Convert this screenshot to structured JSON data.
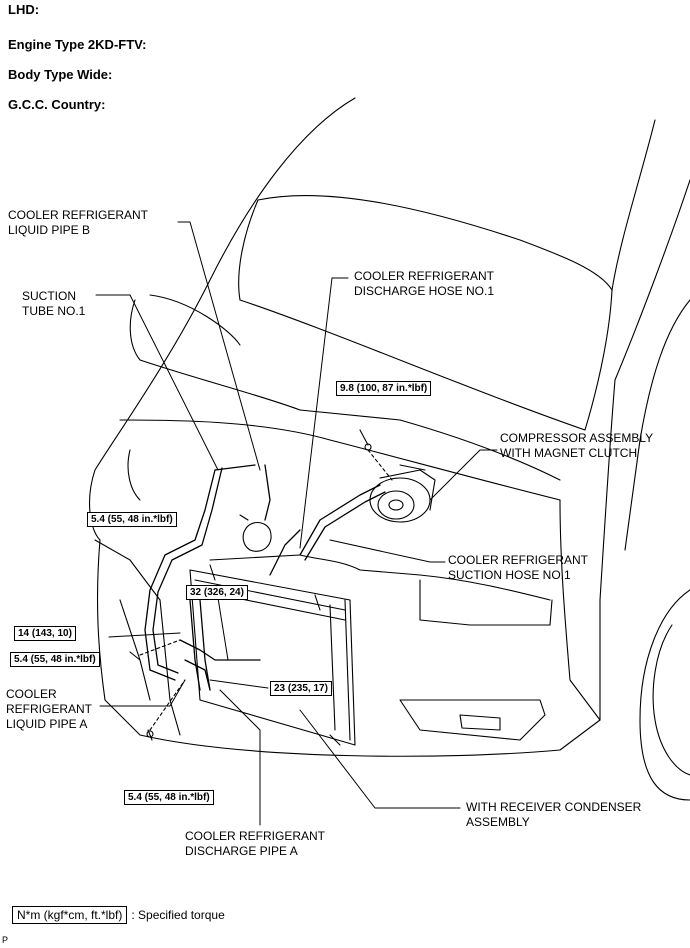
{
  "header": {
    "lhd": "LHD:",
    "engine": "Engine Type 2KD-FTV:",
    "body": "Body Type Wide:",
    "country": "G.C.C. Country:"
  },
  "labels": {
    "liquid_pipe_b": [
      "COOLER REFRIGERANT",
      "LIQUID PIPE B"
    ],
    "suction_tube": [
      "SUCTION",
      "TUBE NO.1"
    ],
    "discharge_hose": [
      "COOLER REFRIGERANT",
      "DISCHARGE HOSE NO.1"
    ],
    "compressor": [
      "COMPRESSOR ASSEMBLY",
      "WITH MAGNET CLUTCH"
    ],
    "suction_hose": [
      "COOLER REFRIGERANT",
      "SUCTION HOSE NO.1"
    ],
    "liquid_pipe_a": [
      "COOLER",
      "REFRIGERANT",
      "LIQUID PIPE A"
    ],
    "condenser": [
      "WITH RECEIVER CONDENSER",
      "ASSEMBLY"
    ],
    "discharge_pipe": [
      "COOLER REFRIGERANT",
      "DISCHARGE PIPE A"
    ]
  },
  "torques": {
    "compressor_bolt": "9.8 (100, 87 in.*lbf)",
    "upper_bolt": "5.4 (55, 48 in.*lbf)",
    "condenser_bolt": "32 (326, 24)",
    "pipe_nut": "14 (143, 10)",
    "lower_bolt": "5.4 (55, 48 in.*lbf)",
    "condenser_nut": "23 (235, 17)",
    "bottom_bolt": "5.4 (55, 48 in.*lbf)"
  },
  "legend": {
    "unit": "N*m (kgf*cm, ft.*lbf)",
    "text": ": Specified torque"
  },
  "corner_mark": "P"
}
